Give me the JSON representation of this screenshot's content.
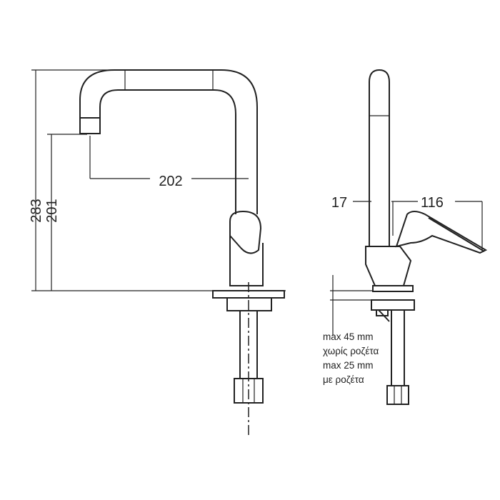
{
  "dimensions": {
    "total_height": "283",
    "spout_height": "201",
    "spout_reach": "202",
    "side_offset": "17",
    "handle_reach": "116"
  },
  "notes": [
    "max 45 mm",
    "χωρίς ροζέτα",
    "max 25 mm",
    "με ροζέτα"
  ]
}
